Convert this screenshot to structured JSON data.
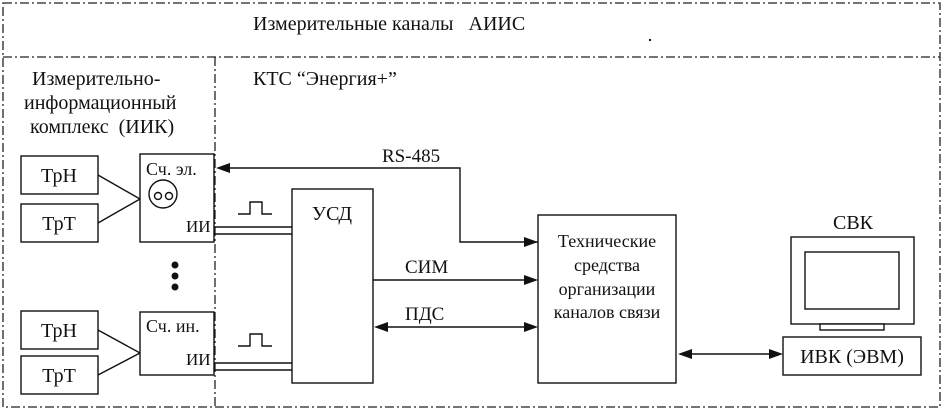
{
  "title": "Измерительные каналы   АИИС",
  "left_panel": {
    "title_lines": [
      "Измерительно-",
      "информационный",
      "комплекс  (ИИК)"
    ]
  },
  "kts": {
    "title": "КТС “Энергия+”"
  },
  "sensors": [
    "ТрН",
    "ТрТ",
    "ТрН",
    "ТрТ"
  ],
  "meters": [
    {
      "label": "Сч. эл.",
      "output": "ИИ"
    },
    {
      "label": "Сч. ин.",
      "output": "ИИ"
    }
  ],
  "usd": {
    "label": "УСД"
  },
  "tech": {
    "lines": [
      "Технические",
      "средства",
      "организации",
      "каналов связи"
    ]
  },
  "links": {
    "rs485": "RS-485",
    "sim": "СИМ",
    "pds": "ПДС"
  },
  "svk": {
    "label": "СВК"
  },
  "ivk": {
    "label": "ИВК (ЭВМ)"
  },
  "colors": {
    "line": "#111111",
    "background": "#ffffff"
  }
}
